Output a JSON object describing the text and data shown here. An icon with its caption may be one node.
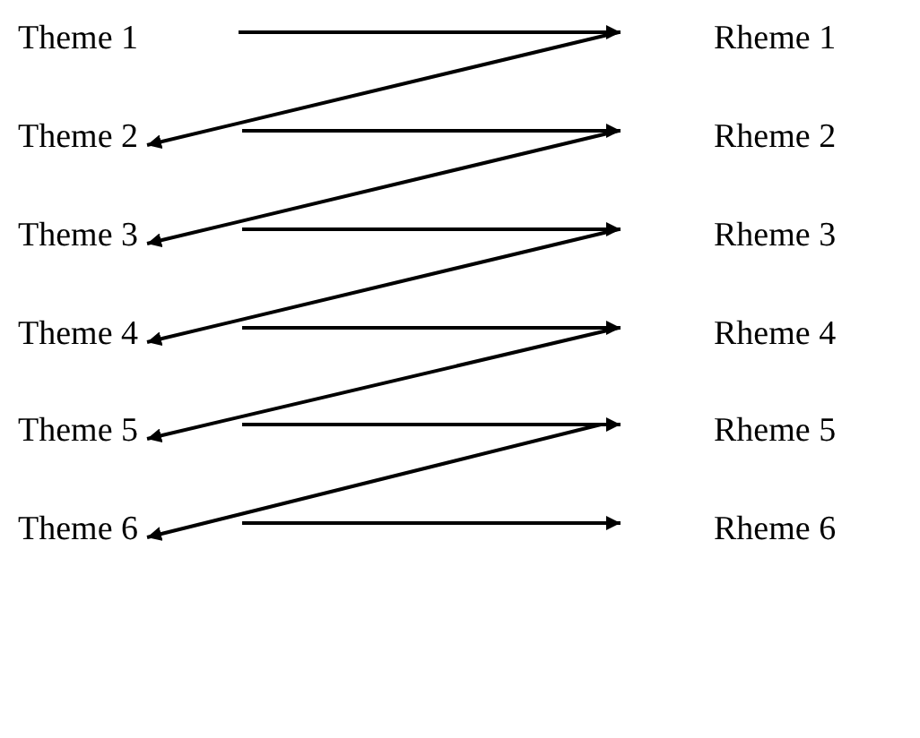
{
  "diagram": {
    "nodes": [
      {
        "text": [
          "Theme 1"
        ]
      },
      {
        "text": [
          "Rheme 1"
        ]
      },
      {
        "text": [
          "Theme 2"
        ]
      },
      {
        "text": [
          "Rheme 2"
        ]
      },
      {
        "text": [
          "Theme 3"
        ]
      },
      {
        "text": [
          "Rheme 3"
        ]
      },
      {
        "text": [
          "Theme 4"
        ]
      },
      {
        "text": [
          "Rheme 4"
        ]
      },
      {
        "text": [
          "Theme 5"
        ]
      },
      {
        "text": [
          "Rheme 5"
        ]
      },
      {
        "text": [
          "Theme 6"
        ]
      },
      {
        "text": [
          "Rheme 6"
        ]
      }
    ],
    "edges": [
      {
        "from": 0,
        "to": 1,
        "arrow": "to"
      },
      {
        "from": 1,
        "to": 2,
        "arrow": "to"
      },
      {
        "from": 2,
        "to": 3,
        "arrow": "to"
      },
      {
        "from": 3,
        "to": 4,
        "arrow": "to"
      },
      {
        "from": 4,
        "to": 5,
        "arrow": "to"
      },
      {
        "from": 5,
        "to": 6,
        "arrow": "to"
      },
      {
        "from": 6,
        "to": 7,
        "arrow": "to"
      },
      {
        "from": 7,
        "to": 8,
        "arrow": "to"
      },
      {
        "from": 8,
        "to": 9,
        "arrow": "to"
      },
      {
        "from": 9,
        "to": 10,
        "arrow": "to"
      },
      {
        "from": 10,
        "to": 11,
        "arrow": "to"
      }
    ]
  }
}
